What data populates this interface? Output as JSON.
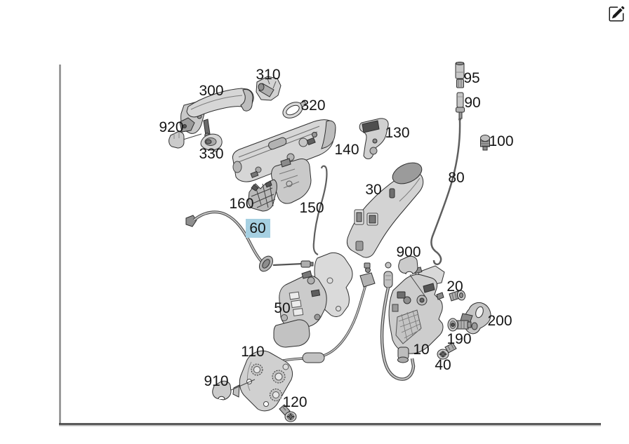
{
  "diagram": {
    "title_visible": false,
    "selected_part": "60",
    "highlight_color": "#a6d0e2",
    "label_color": "#141414",
    "frame_color_left": "#8a8a8a",
    "frame_color_bottom": "#3f3f3f",
    "icons": {
      "top_right": "edit-pencil-square-icon"
    },
    "callouts": [
      {
        "label": "300",
        "highlighted": false
      },
      {
        "label": "310",
        "highlighted": false
      },
      {
        "label": "320",
        "highlighted": false
      },
      {
        "label": "920",
        "highlighted": false
      },
      {
        "label": "330",
        "highlighted": false
      },
      {
        "label": "140",
        "highlighted": false
      },
      {
        "label": "130",
        "highlighted": false
      },
      {
        "label": "95",
        "highlighted": false
      },
      {
        "label": "90",
        "highlighted": false
      },
      {
        "label": "100",
        "highlighted": false
      },
      {
        "label": "80",
        "highlighted": false
      },
      {
        "label": "30",
        "highlighted": false
      },
      {
        "label": "160",
        "highlighted": false
      },
      {
        "label": "150",
        "highlighted": false
      },
      {
        "label": "60",
        "highlighted": true
      },
      {
        "label": "900",
        "highlighted": false
      },
      {
        "label": "50",
        "highlighted": false
      },
      {
        "label": "110",
        "highlighted": false
      },
      {
        "label": "910",
        "highlighted": false
      },
      {
        "label": "120",
        "highlighted": false
      },
      {
        "label": "10",
        "highlighted": false
      },
      {
        "label": "20",
        "highlighted": false
      },
      {
        "label": "200",
        "highlighted": false
      },
      {
        "label": "190",
        "highlighted": false
      },
      {
        "label": "40",
        "highlighted": false
      }
    ]
  }
}
